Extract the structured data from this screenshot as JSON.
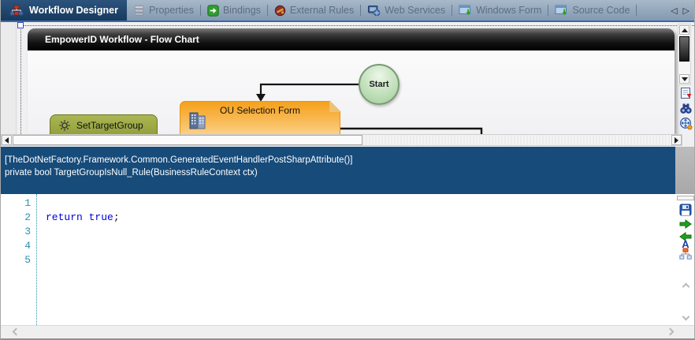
{
  "tab_bar": {
    "tabs": [
      {
        "label": "Workflow Designer",
        "active": true,
        "icon": "workflow-designer-icon"
      },
      {
        "label": "Properties",
        "active": false,
        "icon": "properties-icon"
      },
      {
        "label": "Bindings",
        "active": false,
        "icon": "bindings-icon"
      },
      {
        "label": "External Rules",
        "active": false,
        "icon": "external-rules-icon"
      },
      {
        "label": "Web Services",
        "active": false,
        "icon": "web-services-icon"
      },
      {
        "label": "Windows Form",
        "active": false,
        "icon": "windows-form-icon"
      },
      {
        "label": "Source Code",
        "active": false,
        "icon": "source-code-icon"
      }
    ],
    "scroll_left_glyph": "◁",
    "scroll_right_glyph": "▷"
  },
  "flowchart": {
    "title": "EmpowerID Workflow - Flow Chart",
    "nodes": [
      {
        "id": "start",
        "label": "Start",
        "shape": "circle",
        "color": "#a2cd9c"
      },
      {
        "id": "ou_selection_form",
        "label": "OU Selection Form",
        "shape": "form",
        "color": "#f6a01b",
        "icon": "organization-buildings-icon"
      },
      {
        "id": "set_target_group",
        "label": "SetTargetGroup",
        "shape": "activity",
        "color": "#8a9834",
        "icon": "gear-icon"
      }
    ],
    "connections": [
      {
        "from": "start",
        "to": "ou_selection_form"
      },
      {
        "from": "ou_selection_form",
        "to": "offscreen-right"
      }
    ],
    "side_toolbar_icons": [
      "document-map-icon",
      "find-icon",
      "pan-icon"
    ]
  },
  "code_panel": {
    "attribute_line": "[TheDotNetFactory.Framework.Common.GeneratedEventHandlerPostSharpAttribute()]",
    "signature_line": "private bool TargetGroupIsNull_Rule(BusinessRuleContext ctx)",
    "line_numbers": [
      "1",
      "2",
      "3",
      "4",
      "5"
    ],
    "code_line_2": {
      "keyword_return": "return",
      "space": " ",
      "keyword_true": "true",
      "semicolon": ";"
    },
    "side_toolbar_icons": [
      "save-icon",
      "arrow-right-green-icon",
      "arrow-left-green-icon",
      "font-color-icon",
      "workflow-tree-icon"
    ]
  },
  "colors": {
    "active_tab_navy": "#1b4066",
    "tab_bar_accent": "#3c69a8",
    "code_header_bg": "#164b7a",
    "keyword_blue": "#0000dd",
    "line_number_teal": "#2b91af",
    "start_node_green": "#a2cd9c",
    "form_node_orange": "#f6a01b",
    "activity_node_olive": "#8a9834"
  }
}
